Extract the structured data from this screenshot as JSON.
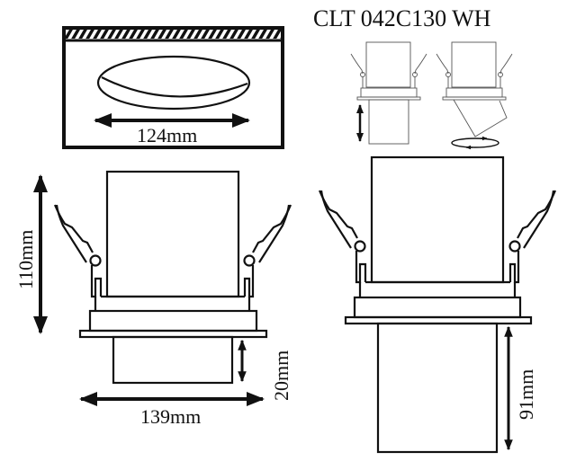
{
  "title": "CLT 042C130 WH",
  "colors": {
    "stroke": "#111111",
    "background": "#ffffff"
  },
  "cutout_view": {
    "label": "124mm",
    "description": "ceiling cutout with hatched ceiling line and ellipse"
  },
  "mini_views": {
    "left": {
      "description": "adjustable height (vertical arrow)",
      "icon": "vertical-double-arrow-icon"
    },
    "right": {
      "description": "tilt and rotate (rotation ellipse arrows)",
      "icon": "rotation-arrow-icon"
    }
  },
  "front_view_left": {
    "height_label": "110mm",
    "recess_label": "20mm",
    "width_label": "139mm"
  },
  "front_view_right": {
    "extension_label": "91mm"
  }
}
